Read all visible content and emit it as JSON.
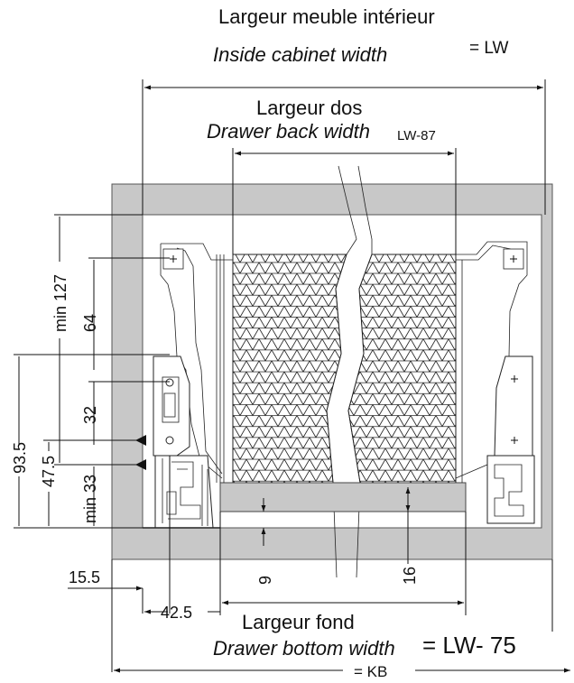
{
  "labels": {
    "cabinet_width_fr": "Largeur  meuble intérieur",
    "cabinet_width_en": "Inside  cabinet width",
    "lw": "= LW",
    "back_width_fr": "Largeur dos",
    "back_width_en": "Drawer back width",
    "lw87": "LW-87",
    "bottom_width_fr": "Largeur  fond",
    "bottom_width_en": "Drawer bottom width",
    "lw75": "= LW- 75",
    "kb": "= KB"
  },
  "dimensions": {
    "min127": "min 127",
    "d64": "64",
    "d32": "32",
    "d93_5": "93.5",
    "d47_5": "47.5",
    "min33": "min 33",
    "d15_5": "15.5",
    "d42_5": "42.5",
    "d9": "9",
    "d16": "16"
  },
  "colors": {
    "cabinet_gray": "#c8c8c8",
    "outline": "#555555",
    "line": "#111111"
  }
}
